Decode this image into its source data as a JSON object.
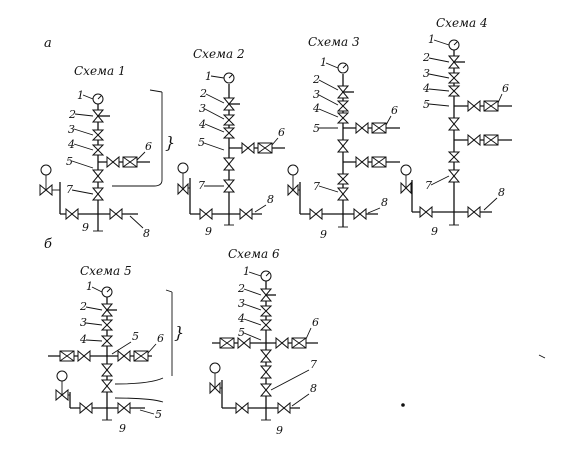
{
  "section_labels": {
    "a": "а",
    "b": "б"
  },
  "schemes": [
    {
      "title": "Схема 1"
    },
    {
      "title": "Схема 2"
    },
    {
      "title": "Схема 3"
    },
    {
      "title": "Схема 4"
    },
    {
      "title": "Схема 5"
    },
    {
      "title": "Схема 6"
    }
  ],
  "callouts": {
    "n1": "1",
    "n2": "2",
    "n3": "3",
    "n4": "4",
    "n5": "5",
    "n6": "6",
    "n7": "7",
    "n8": "8",
    "n9": "9",
    "n5b": "5"
  }
}
